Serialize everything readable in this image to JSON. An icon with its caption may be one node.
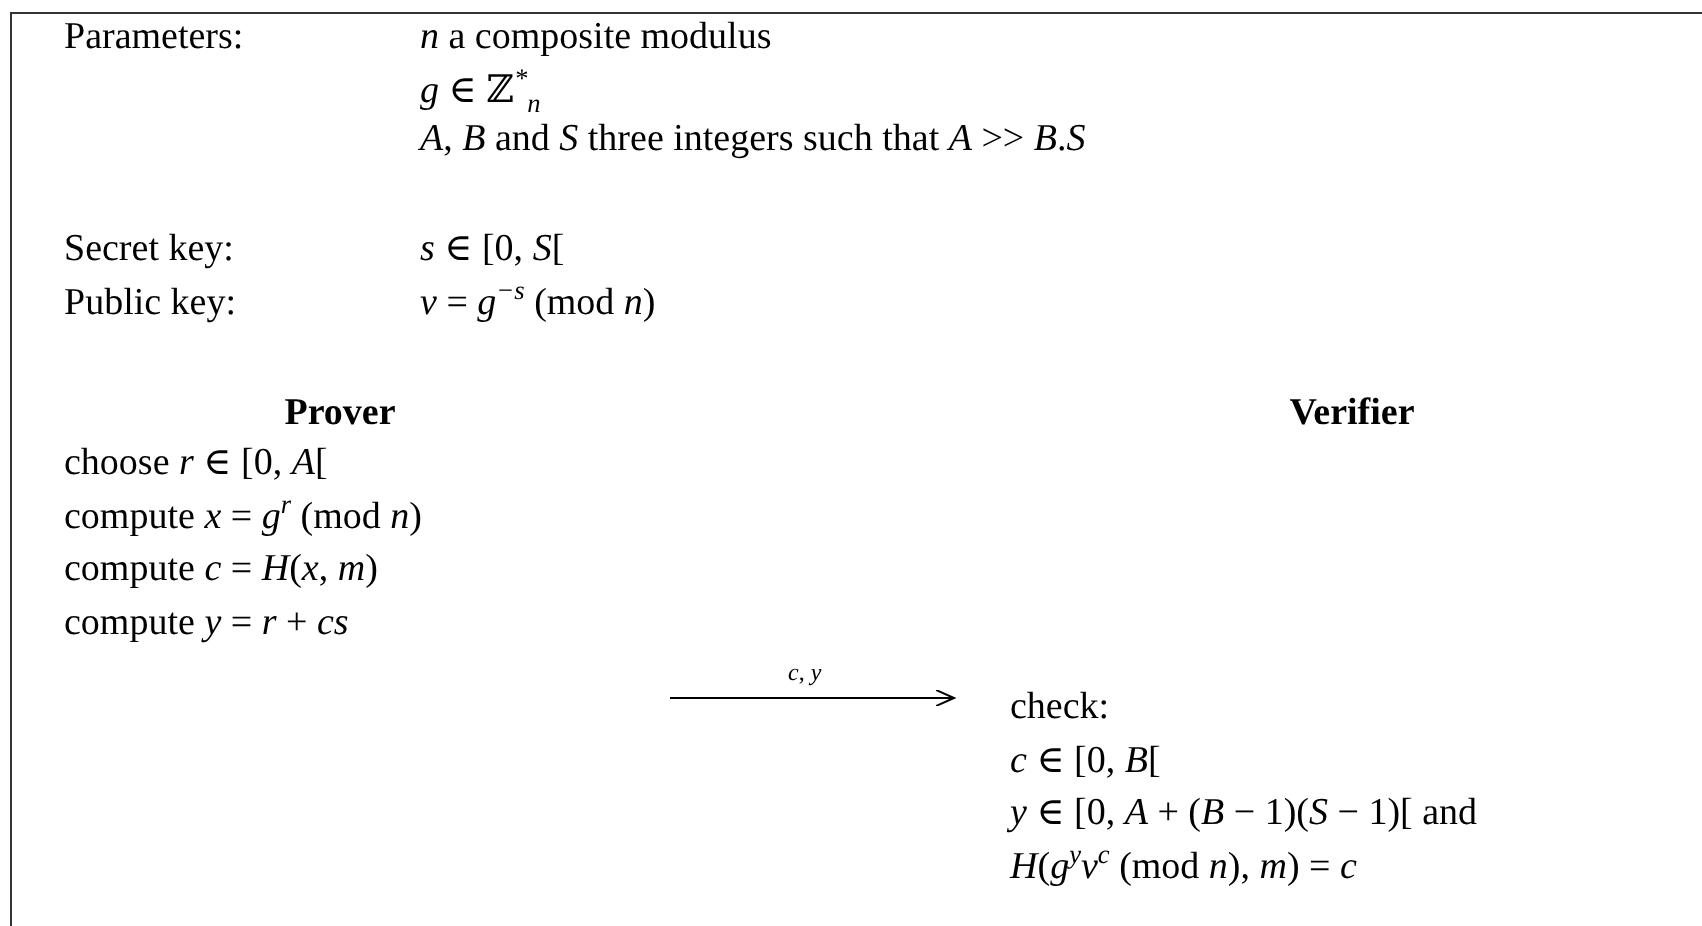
{
  "diagram": {
    "nodes": [
      {
        "text": [
          "Prover",
          "choose *r* ∈ [0, *A*[",
          "compute *x* = *g*$^{r}$ (mod *n*)",
          "compute *c* = *H*(*x*, *m*)",
          "compute *y* = *r* + *cs*"
        ]
      },
      {
        "text": [
          "Verifier",
          "check:",
          "*c* ∈ [0, *B*[",
          "*y* ∈ [0, *A* + (*B* − 1)(*S* − 1)[ and",
          "*H*(*g*$^{y}$*v*$^{c}$ (mod *n*), *m*) = *c*"
        ]
      }
    ],
    "edges": [
      {
        "from": null,
        "to": 1,
        "arrow": "to",
        "label": "*c*, *y*"
      }
    ],
    "labels": [
      "Parameters:",
      "*n* a composite modulus",
      "*g* ∈ ℤ$^{*}$$_{n}$",
      "*A*, *B* and *S* three integers such that *A* >> *B*.*S*",
      "Secret key:",
      "*s* ∈ [0, *S*[",
      "Public key:",
      "*v* = *g*$^{−s}$ (mod *n*)"
    ]
  }
}
